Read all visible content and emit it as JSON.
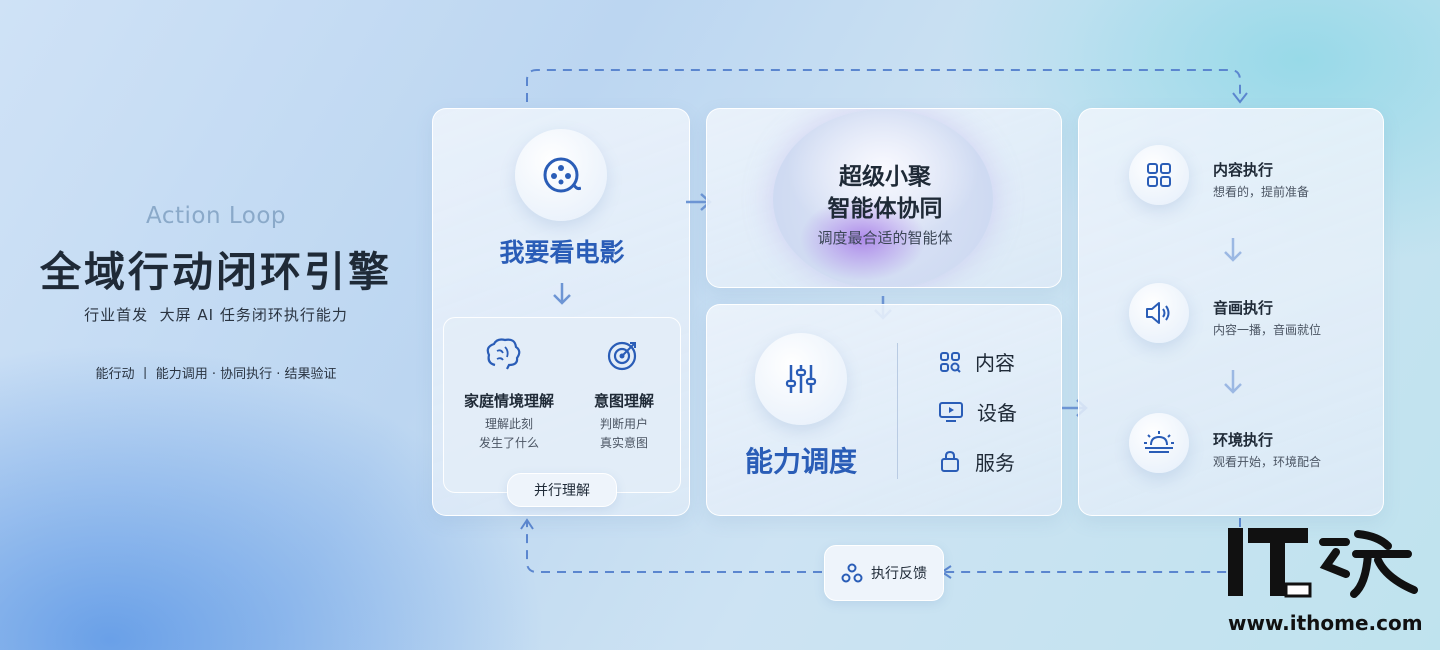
{
  "hero": {
    "eyebrow": "Action Loop",
    "title": "全域行动闭环引擎",
    "subtitle": "行业首发  大屏 AI 任务闭环执行能力",
    "tags": "能行动 丨 能力调用 · 协同执行 · 结果验证"
  },
  "understand": {
    "title": "我要看电影",
    "family": {
      "title": "家庭情境理解",
      "desc1": "理解此刻",
      "desc2": "发生了什么"
    },
    "intent": {
      "title": "意图理解",
      "desc1": "判断用户",
      "desc2": "真实意图"
    },
    "parallel_label": "并行理解"
  },
  "agent": {
    "line1": "超级小聚",
    "line2": "智能体协同",
    "desc": "调度最合适的智能体"
  },
  "capability": {
    "title": "能力调度",
    "items": [
      {
        "label": "内容",
        "icon": "grid-icon"
      },
      {
        "label": "设备",
        "icon": "monitor-icon"
      },
      {
        "label": "服务",
        "icon": "bag-icon"
      }
    ]
  },
  "execution": {
    "items": [
      {
        "title": "内容执行",
        "desc": "想看的，提前准备",
        "icon": "grid-icon"
      },
      {
        "title": "音画执行",
        "desc": "内容一播，音画就位",
        "icon": "speaker-icon"
      },
      {
        "title": "环境执行",
        "desc": "观看开始，环境配合",
        "icon": "sunrise-icon"
      }
    ]
  },
  "feedback": {
    "label": "执行反馈"
  },
  "watermark": {
    "logo": "IT之家",
    "url": "www.ithome.com"
  },
  "colors": {
    "accent": "#2a5db7",
    "arrow": "#6d95d4",
    "text": "#1f2a37"
  }
}
